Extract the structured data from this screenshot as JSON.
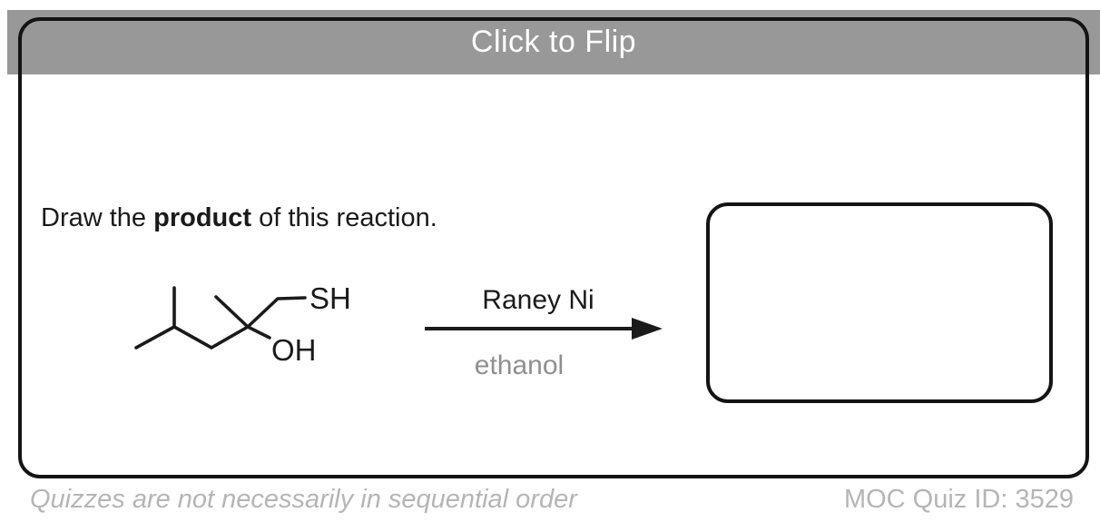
{
  "banner": {
    "label": "Click to Flip",
    "background": "#989898",
    "text_color": "#ffffff"
  },
  "card": {
    "prompt": {
      "prefix": "Draw the ",
      "bold": "product",
      "suffix": " of this reaction."
    },
    "reaction": {
      "reactant_labels": {
        "thiol": "SH",
        "hydroxyl": "OH"
      },
      "conditions": {
        "above_arrow": "Raney Ni",
        "below_arrow": "ethanol"
      },
      "answer_box_content": ""
    }
  },
  "footer": {
    "note": "Quizzes are not necessarily in sequential order",
    "quiz_id": "MOC Quiz ID: 3529"
  },
  "colors": {
    "banner_gray": "#989898",
    "ink_black": "#1a1a1a",
    "reagent_muted_gray": "#8f8f8f",
    "footer_gray": "#b5b5b5",
    "border_black": "#141414"
  }
}
